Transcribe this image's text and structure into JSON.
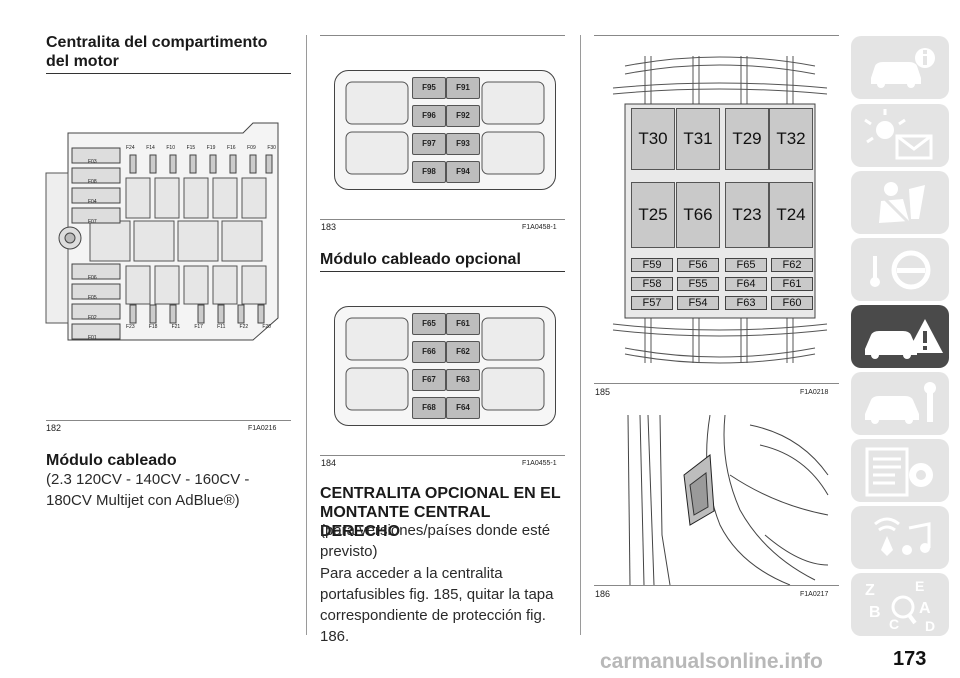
{
  "col1": {
    "title": "Centralita del compartimento del motor",
    "fig182": {
      "num": "182",
      "code": "F1A0216",
      "top_fuse_labels": [
        "F24",
        "F14",
        "F10",
        "F15",
        "F19",
        "F16",
        "F09",
        "F30"
      ],
      "left_fuses_top": [
        "F03",
        "F08",
        "F04",
        "F07"
      ],
      "left_fuses_bottom": [
        "F06",
        "F05",
        "F02",
        "F01"
      ],
      "bottom_fuse_labels": [
        "F23",
        "F18",
        "F21",
        "F17",
        "F11",
        "F22",
        "F20"
      ]
    },
    "subtitle": "Módulo cableado",
    "text": "(2.3 120CV - 140CV - 160CV - 180CV Multijet con AdBlue®)"
  },
  "col2": {
    "fig183": {
      "num": "183",
      "code": "F1A0458-1",
      "fuses": [
        "F95",
        "F91",
        "F96",
        "F92",
        "F97",
        "F93",
        "F98",
        "F94"
      ]
    },
    "subtitle": "Módulo cableado opcional",
    "fig184": {
      "num": "184",
      "code": "F1A0455-1",
      "fuses": [
        "F65",
        "F61",
        "F66",
        "F62",
        "F67",
        "F63",
        "F68",
        "F64"
      ]
    },
    "title": "CENTRALITA OPCIONAL EN EL MONTANTE CENTRAL DERECHO",
    "note": "(para versiones/países donde esté previsto)",
    "text": "Para acceder a la centralita portafusibles fig. 185, quitar la tapa correspondiente de protección fig. 186."
  },
  "col3": {
    "fig185": {
      "num": "185",
      "code": "F1A0218",
      "relays_top": [
        "T30",
        "T31",
        "T29",
        "T32"
      ],
      "relays_bottom": [
        "T25",
        "T66",
        "T23",
        "T24"
      ],
      "fuses": [
        [
          "F59",
          "F56",
          "F65",
          "F62"
        ],
        [
          "F58",
          "F55",
          "F64",
          "F61"
        ],
        [
          "F57",
          "F54",
          "F63",
          "F60"
        ]
      ]
    },
    "fig186": {
      "num": "186",
      "code": "F1A0217"
    }
  },
  "sidebar": {
    "tabs": [
      {
        "icon": "car-info-icon",
        "active": false
      },
      {
        "icon": "dashboard-warning-icon",
        "active": false
      },
      {
        "icon": "seat-safety-icon",
        "active": false
      },
      {
        "icon": "steering-key-icon",
        "active": false
      },
      {
        "icon": "car-emergency-icon",
        "active": true
      },
      {
        "icon": "car-maintenance-icon",
        "active": false
      },
      {
        "icon": "technical-data-icon",
        "active": false
      },
      {
        "icon": "multimedia-icon",
        "active": false
      },
      {
        "icon": "index-az-icon",
        "active": false
      }
    ]
  },
  "page_number": "173",
  "watermark": "carmanualsonline.info"
}
